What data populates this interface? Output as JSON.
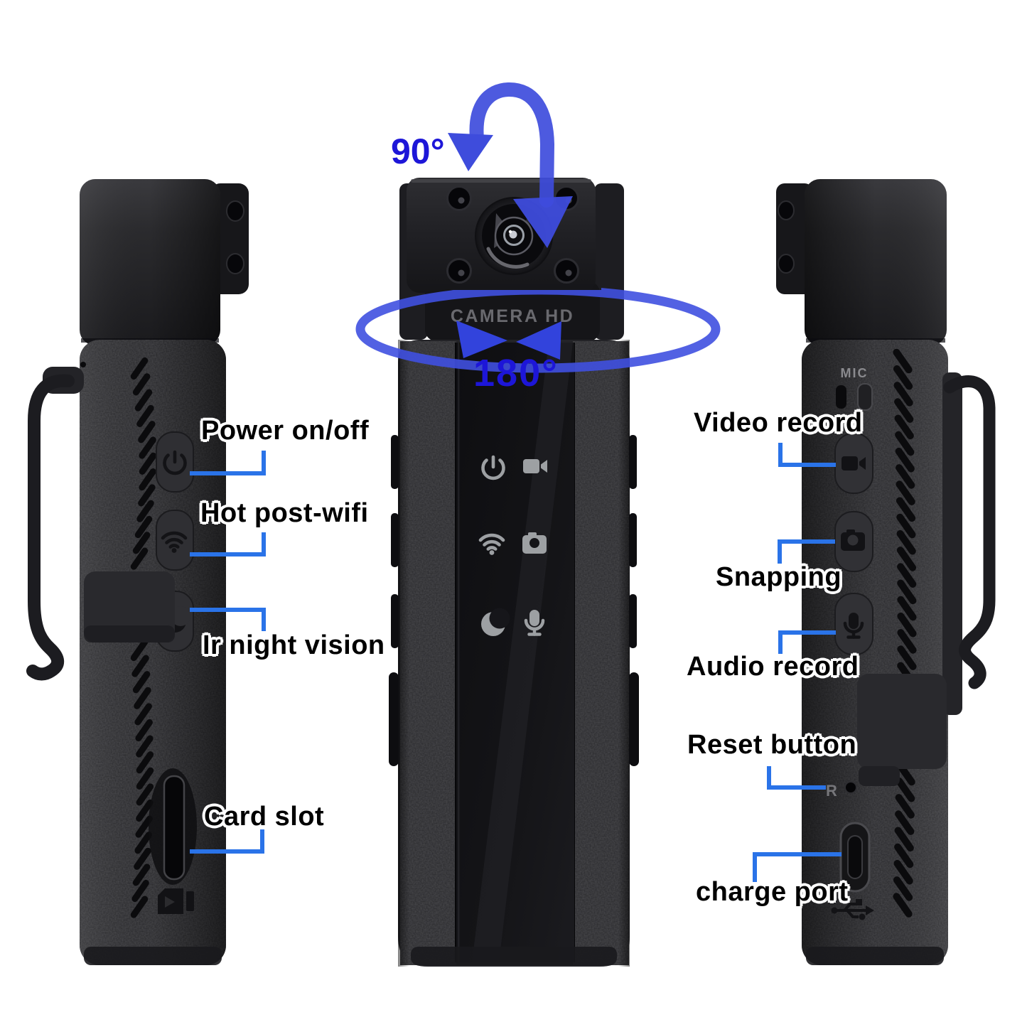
{
  "rotation": {
    "flip": "90°",
    "pan": "180°"
  },
  "callouts": {
    "power": "Power on/off",
    "wifi": "Hot post-wifi",
    "night": "Ir night vision",
    "card": "Card slot",
    "video": "Video record",
    "snap": "Snapping",
    "audio": "Audio record",
    "reset": "Reset button",
    "charge": "charge port"
  },
  "device_text": {
    "brand": "CAMERA HD",
    "mic": "MIC",
    "reset_mark": "R"
  },
  "icons": [
    "power-icon",
    "wifi-icon",
    "night-vision-icon",
    "video-camera-icon",
    "photo-camera-icon",
    "microphone-icon",
    "micro-sd-icon",
    "usb-icon",
    "camera-lens",
    "ir-led"
  ],
  "colors": {
    "callout_line": "#2a73e8",
    "degree_text": "#1d16d8",
    "arrow_blue": "#3e4cdc",
    "body_dark": "#29292c"
  }
}
